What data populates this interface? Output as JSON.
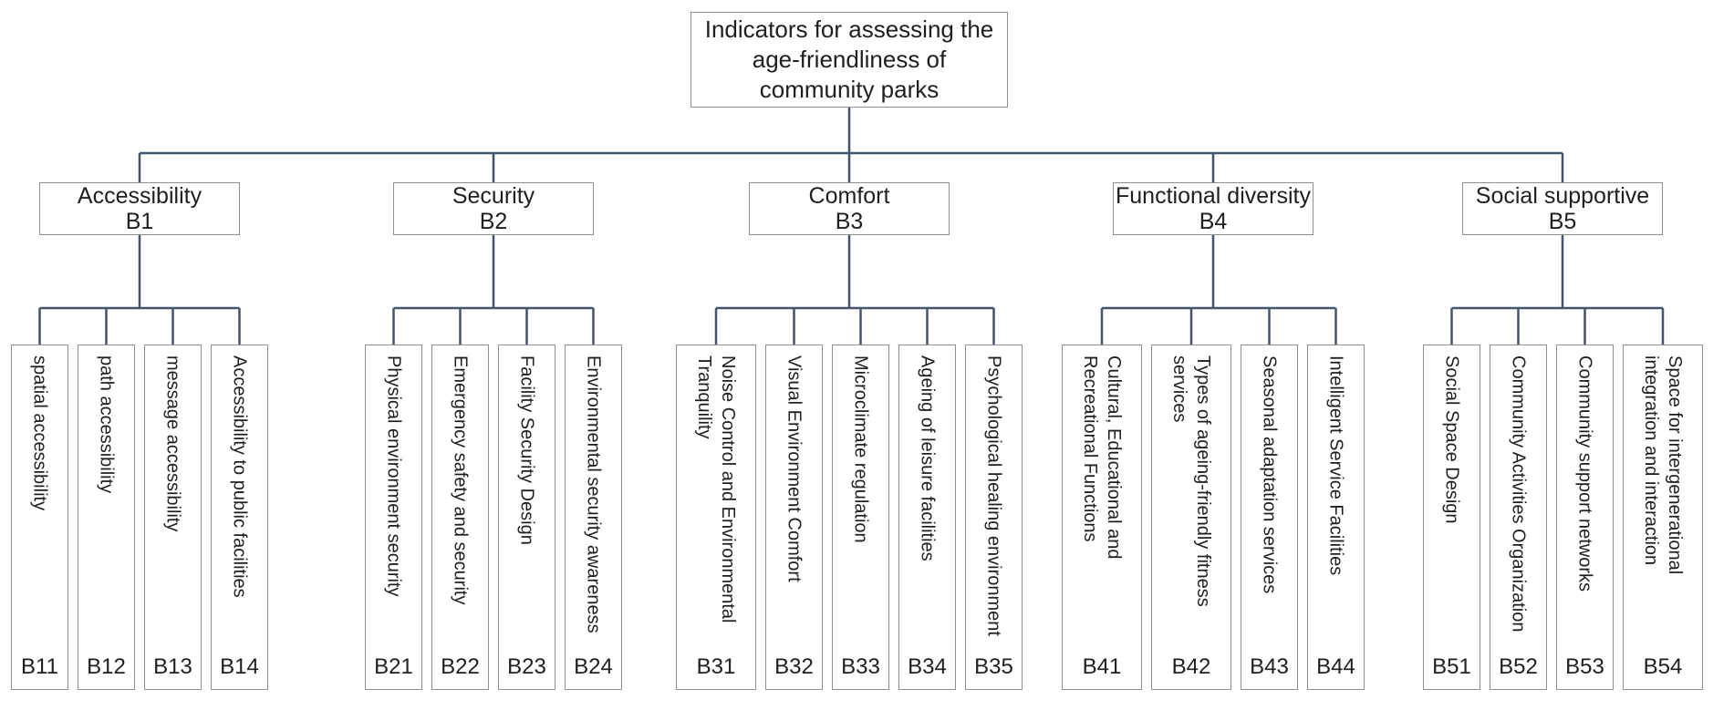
{
  "root": {
    "label": "Indicators for assessing the age-friendliness of community parks"
  },
  "groups": [
    {
      "label": "Accessibility",
      "code": "B1",
      "children": [
        {
          "label": "spatial accessibility",
          "code": "B11"
        },
        {
          "label": "path accessibility",
          "code": "B12"
        },
        {
          "label": "message accessibility",
          "code": "B13"
        },
        {
          "label": "Accessibility to public facilities",
          "code": "B14"
        }
      ]
    },
    {
      "label": "Security",
      "code": "B2",
      "children": [
        {
          "label": "Physical environment security",
          "code": "B21"
        },
        {
          "label": "Emergency safety and security",
          "code": "B22"
        },
        {
          "label": "Facility Security Design",
          "code": "B23"
        },
        {
          "label": "Environmental security awareness",
          "code": "B24"
        }
      ]
    },
    {
      "label": "Comfort",
      "code": "B3",
      "children": [
        {
          "label": "Noise Control and Environmental Tranquility",
          "code": "B31"
        },
        {
          "label": "Visual Environment Comfort",
          "code": "B32"
        },
        {
          "label": "Microclimate regulation",
          "code": "B33"
        },
        {
          "label": "Ageing of leisure facilities",
          "code": "B34"
        },
        {
          "label": "Psychological healing environment",
          "code": "B35"
        }
      ]
    },
    {
      "label": "Functional diversity",
      "code": "B4",
      "children": [
        {
          "label": "Cultural, Educational and Recreational Functions",
          "code": "B41"
        },
        {
          "label": "Types of ageing-friendly fitness services",
          "code": "B42"
        },
        {
          "label": "Seasonal adaptation services",
          "code": "B43"
        },
        {
          "label": "Intelligent Service Facilities",
          "code": "B44"
        }
      ]
    },
    {
      "label": "Social supportive",
      "code": "B5",
      "children": [
        {
          "label": "Social Space Design",
          "code": "B51"
        },
        {
          "label": "Community Activities Organization",
          "code": "B52"
        },
        {
          "label": "Community support networks",
          "code": "B53"
        },
        {
          "label": "Space for intergenerational integration and interaction",
          "code": "B54"
        }
      ]
    }
  ],
  "colors": {
    "connector": "#44546A",
    "border": "#8f8f8f",
    "text": "#1f1f1f",
    "bg": "#ffffff"
  }
}
